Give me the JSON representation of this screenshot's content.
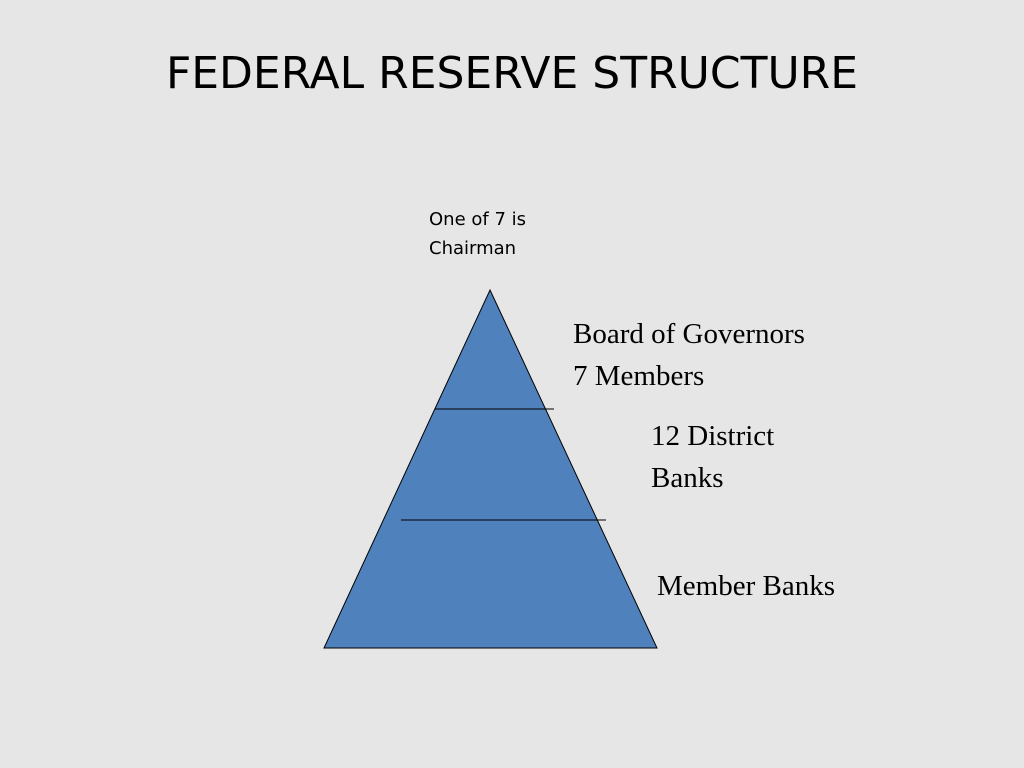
{
  "slide": {
    "title": "FEDERAL RESERVE STRUCTURE",
    "note": {
      "line1": "One of 7 is",
      "line2": "Chairman"
    },
    "tiers": [
      {
        "line1": "Board of Governors",
        "line2": "7 Members"
      },
      {
        "line1": "12 District",
        "line2": "Banks"
      },
      {
        "line1": "Member Banks"
      }
    ]
  },
  "colors": {
    "background": "#e6e6e6",
    "pyramid_fill": "#4f81bd",
    "stroke": "#000000"
  }
}
